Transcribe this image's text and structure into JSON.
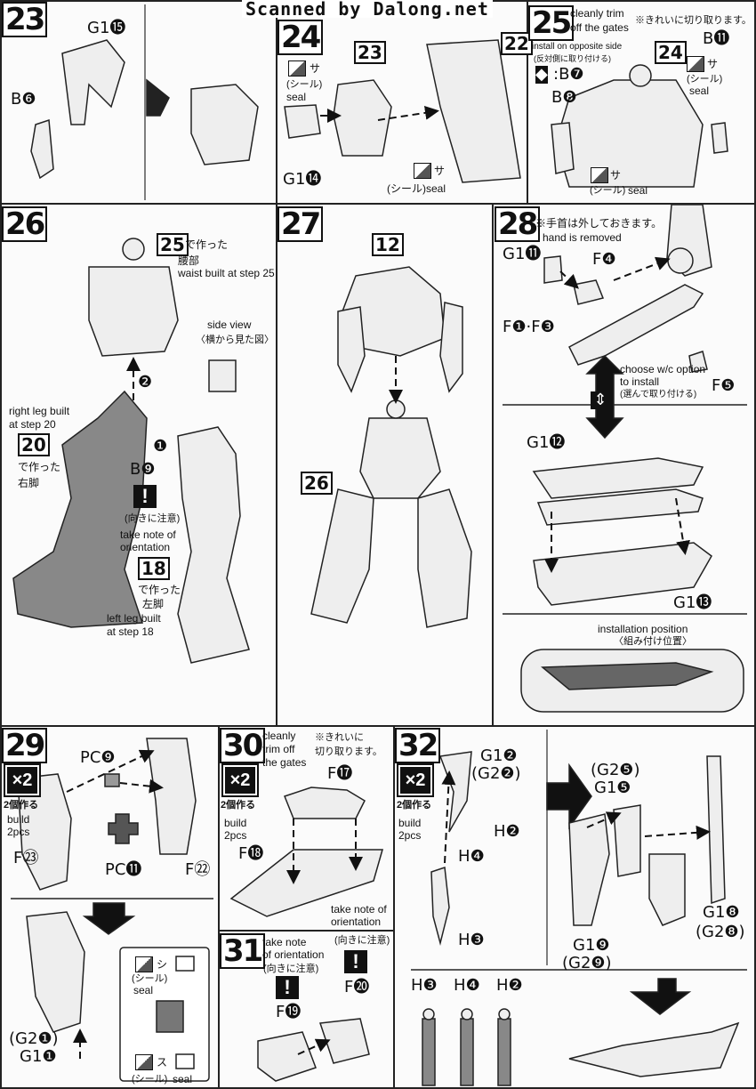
{
  "header": {
    "watermark": "Scanned by Dalong.net"
  },
  "step23": {
    "number": "23",
    "labels": [
      "G1⓯",
      "B❻"
    ]
  },
  "step24": {
    "number": "24",
    "ref_a": "23",
    "ref_b": "22",
    "seal_mark": "サ",
    "seal_jp": "(シール)",
    "seal_en": "seal",
    "part": "G1⓮",
    "seal2_mark": "サ",
    "seal2": "(シール)seal"
  },
  "step25": {
    "number": "25",
    "trim_line1": "cleanly trim",
    "trim_line2": "off the gates",
    "trim_jp": "※きれいに切り取ります。",
    "part_b11": "B⓫",
    "opposite_en": "install on opposite side",
    "opposite_jp": "(反対側に取り付ける)",
    "opposite_symbol": "◆",
    "opposite_part": ":B❼",
    "ref": "24",
    "part_b8": "B❽",
    "seal_mark": "サ",
    "seal_jp": "(シール)",
    "seal_en": "seal",
    "seal2_mark": "サ",
    "seal2_jp": "(シール)",
    "seal2_en": "seal"
  },
  "step26": {
    "number": "26",
    "ref25": "25",
    "made_with": "で作った",
    "waist_jp": "腰部",
    "waist_en": "waist built at step 25",
    "side_view": "side view",
    "side_view_jp": "〈横から見た図〉",
    "right_leg1": "right leg built",
    "right_leg2": "at step 20",
    "ref20": "20",
    "made_with2": "で作った",
    "right_leg_jp": "右脚",
    "arrow1": "❶",
    "arrow2": "❷",
    "part_b9": "B❾",
    "warn": "!",
    "orient_jp": "(向きに注意)",
    "orient1": "take note of",
    "orient2": "orientation",
    "ref18": "18",
    "made_with3": "で作った",
    "left_leg_jp": "左脚",
    "left_leg1": "left leg built",
    "left_leg2": "at step 18"
  },
  "step27": {
    "number": "27",
    "ref12": "12",
    "ref26": "26"
  },
  "step28": {
    "number": "28",
    "note_jp": "※手首は外しておきます。",
    "note_en": "hand is removed",
    "part_g11": "G1⓫",
    "part_f4": "F❹",
    "part_f13": "F❶·F❸",
    "choose1": "choose w/c option",
    "choose2": "to install",
    "choose_jp": "(選んで取り付ける)",
    "part_f5": "F❺",
    "option_symbol": "⇕",
    "part_g12": "G1⓬",
    "part_g13": "G1⓭",
    "install_en": "installation position",
    "install_jp": "〈組み付け位置〉"
  },
  "step29": {
    "number": "29",
    "times": "×2",
    "times_jp": "2個作る",
    "pc9": "PC❾",
    "build1": "build",
    "build2": "2pcs",
    "f23": "F㉓",
    "pc11": "PC⓫",
    "f22": "F㉒",
    "seal_mark": "シ",
    "seal_jp": "(シール)",
    "seal_en": "seal",
    "g2_1": "(G2❶)",
    "g1_1": "G1❶",
    "seal2_mark": "ス",
    "seal2_jp": "(シール)",
    "seal2_en": "seal"
  },
  "step30": {
    "number": "30",
    "times": "×2",
    "times_jp": "2個作る",
    "trim1": "cleanly",
    "trim2": "trim off",
    "trim3": "the gates",
    "trim_jp1": "※きれいに",
    "trim_jp2": "切り取ります。",
    "f17": "F⓱",
    "build1": "build",
    "build2": "2pcs",
    "f18": "F⓲",
    "orient1": "take note of",
    "orient2": "orientation"
  },
  "step31": {
    "number": "31",
    "orient1": "take note",
    "orient2": "of orientation",
    "orient_jp": "(向きに注意)",
    "warn": "!",
    "f19": "F⓳",
    "orient_jp2": "(向きに注意)",
    "warn2": "!",
    "f20": "F⓴"
  },
  "step32": {
    "number": "32",
    "times": "×2",
    "times_jp": "2個作る",
    "g1_2": "G1❷",
    "g2_2": "(G2❷)",
    "h2": "H❷",
    "h4": "H❹",
    "build1": "build",
    "build2": "2pcs",
    "h3": "H❸",
    "bottom": [
      "H❸",
      "H❹",
      "H❷"
    ],
    "g2_5": "(G2❺)",
    "g1_5": "G1❺",
    "g1_8": "G1❽",
    "g2_8": "(G2❽)",
    "g1_9": "G1❾",
    "g2_9": "(G2❾)"
  }
}
